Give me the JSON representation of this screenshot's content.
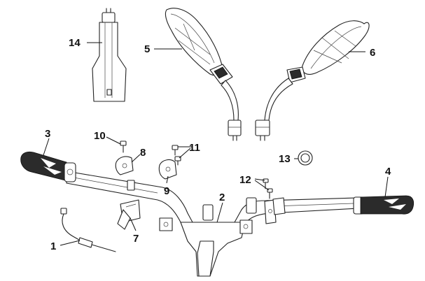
{
  "diagram": {
    "callouts": [
      {
        "id": "1",
        "label": "1"
      },
      {
        "id": "2",
        "label": "2"
      },
      {
        "id": "3",
        "label": "3"
      },
      {
        "id": "4",
        "label": "4"
      },
      {
        "id": "5",
        "label": "5"
      },
      {
        "id": "6",
        "label": "6"
      },
      {
        "id": "7",
        "label": "7"
      },
      {
        "id": "8",
        "label": "8"
      },
      {
        "id": "9",
        "label": "9"
      },
      {
        "id": "10",
        "label": "10"
      },
      {
        "id": "11",
        "label": "11"
      },
      {
        "id": "12",
        "label": "12"
      },
      {
        "id": "13",
        "label": "13"
      },
      {
        "id": "14",
        "label": "14"
      }
    ],
    "colors": {
      "line": "#222222",
      "fill": "#ffffff",
      "grip": "#2b2b2b"
    }
  }
}
